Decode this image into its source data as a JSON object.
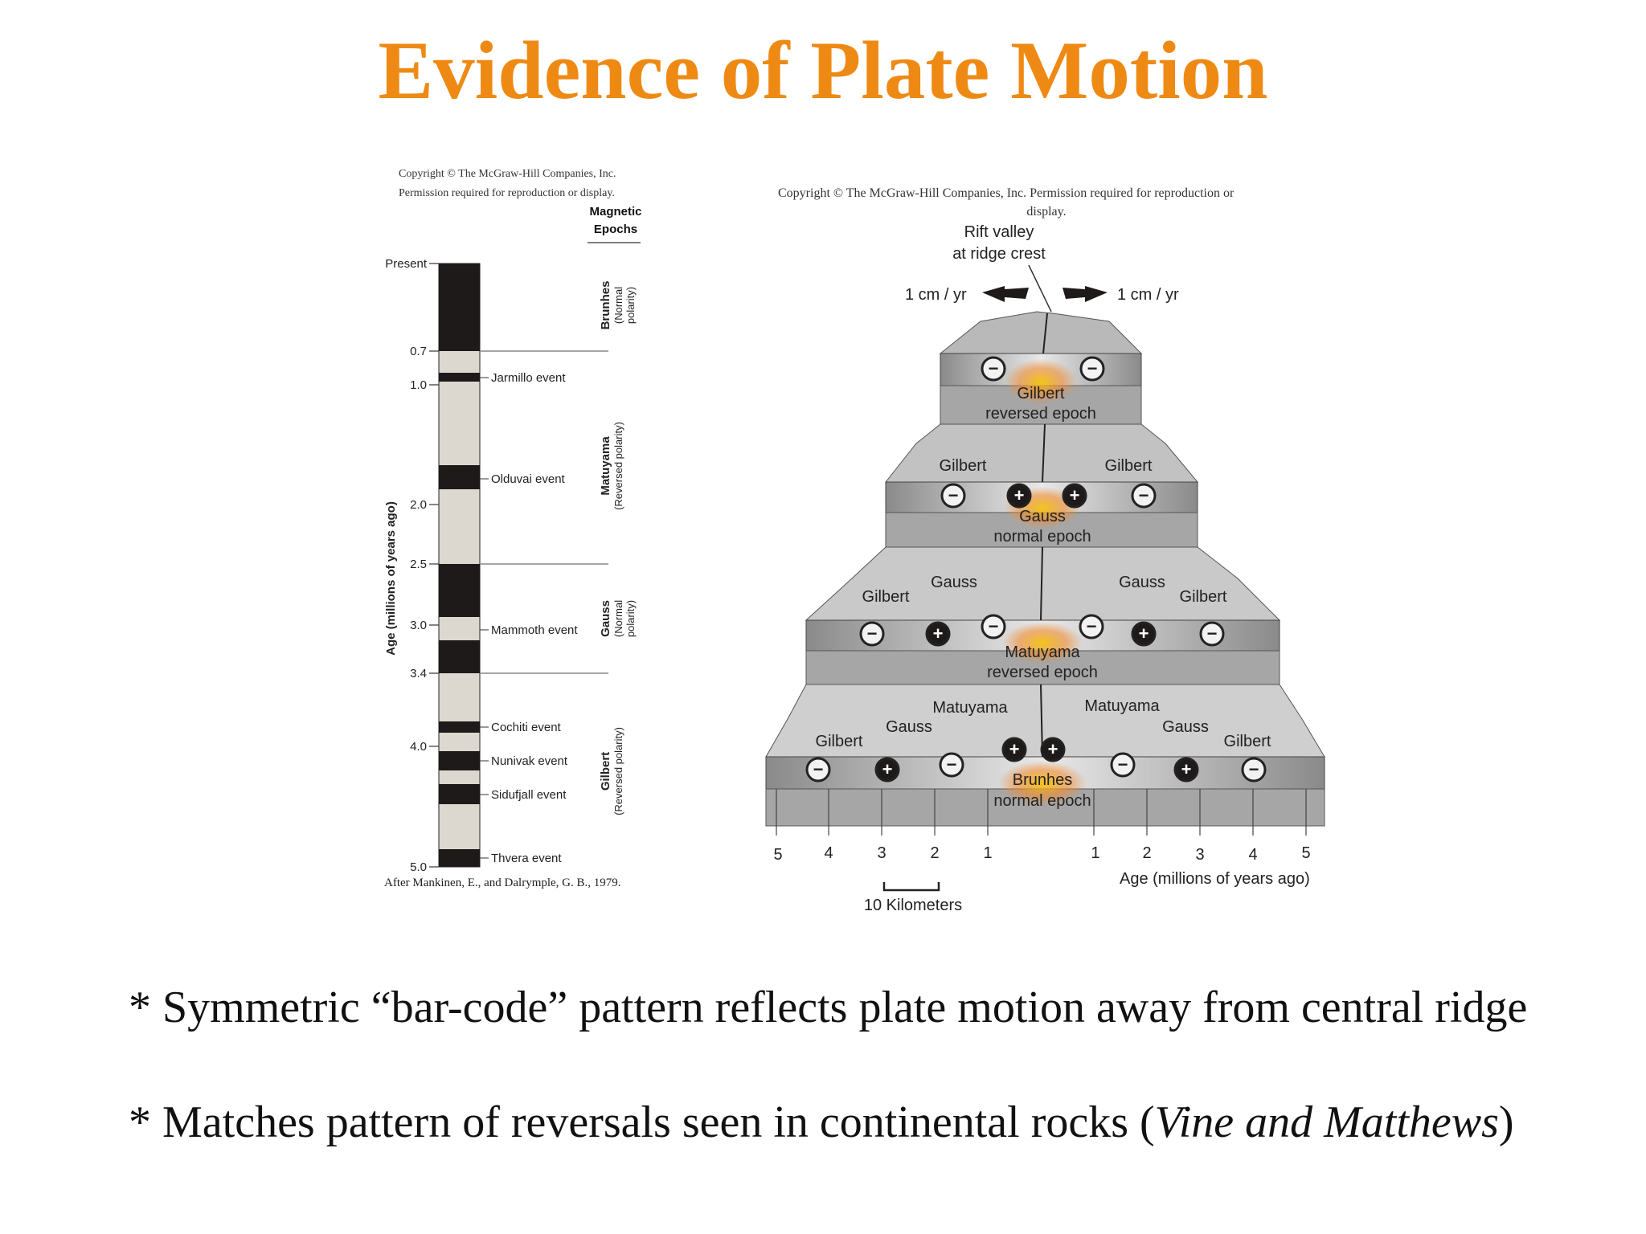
{
  "title": "Evidence of Plate Motion",
  "timescale": {
    "copyright_line1": "Copyright © The McGraw-Hill Companies, Inc.",
    "copyright_line2": "Permission required for reproduction or display.",
    "epochs_header_line1": "Magnetic",
    "epochs_header_line2": "Epochs",
    "axis_label": "Age (millions of years ago)",
    "tick_labels": [
      "Present",
      "0.7",
      "1.0",
      "2.0",
      "2.5",
      "3.0",
      "3.4",
      "4.0",
      "5.0"
    ],
    "events": [
      "Jarmillo event",
      "Olduvai event",
      "Mammoth event",
      "Cochiti event",
      "Nunivak event",
      "Sidufjall event",
      "Thvera event"
    ],
    "epochs": [
      {
        "name": "Brunhes",
        "polarity_line1": "(Normal",
        "polarity_line2": "polarity)"
      },
      {
        "name": "Matuyama",
        "polarity_line1": "(Reversed polarity)",
        "polarity_line2": ""
      },
      {
        "name": "Gauss",
        "polarity_line1": "(Normal",
        "polarity_line2": "polarity)"
      },
      {
        "name": "Gilbert",
        "polarity_line1": "(Reversed polarity)",
        "polarity_line2": ""
      }
    ],
    "source": "After Mankinen, E., and Dalrymple, G. B., 1979.",
    "colors": {
      "normal": "#1e1a1a",
      "reversed": "#dcd8d0"
    }
  },
  "ridge": {
    "copyright_line1": "Copyright © The McGraw-Hill Companies, Inc. Permission required for reproduction or",
    "copyright_line2": "display.",
    "rift_label_line1": "Rift valley",
    "rift_label_line2": "at ridge crest",
    "rate_left": "1 cm / yr",
    "rate_right": "1 cm / yr",
    "tiers": [
      {
        "epoch_line1": "Gilbert",
        "epoch_line2": "reversed epoch",
        "labels": []
      },
      {
        "epoch_line1": "Gauss",
        "epoch_line2": "normal epoch",
        "labels": [
          "Gilbert",
          "Gilbert"
        ]
      },
      {
        "epoch_line1": "Matuyama",
        "epoch_line2": "reversed epoch",
        "labels": [
          "Gilbert",
          "Gauss",
          "Gauss",
          "Gilbert"
        ]
      },
      {
        "epoch_line1": "Brunhes",
        "epoch_line2": "normal epoch",
        "labels": [
          "Matuyama",
          "Matuyama",
          "Gauss",
          "Gauss",
          "Gilbert",
          "Gilbert"
        ]
      }
    ],
    "axis_ticks_left": [
      "5",
      "4",
      "3",
      "2",
      "1"
    ],
    "axis_ticks_right": [
      "1",
      "2",
      "3",
      "4",
      "5"
    ],
    "axis_label": "Age (millions of years ago)",
    "scale_label": "10 Kilometers",
    "symbols": {
      "normal": "+",
      "reversed": "−"
    }
  },
  "bullets": {
    "b1": "* Symmetric “bar-code” pattern reflects plate motion away from central ridge",
    "b2_prefix": "* Matches pattern of reversals seen in continental rocks (",
    "b2_italic": "Vine and Matthews",
    "b2_suffix": ")"
  }
}
